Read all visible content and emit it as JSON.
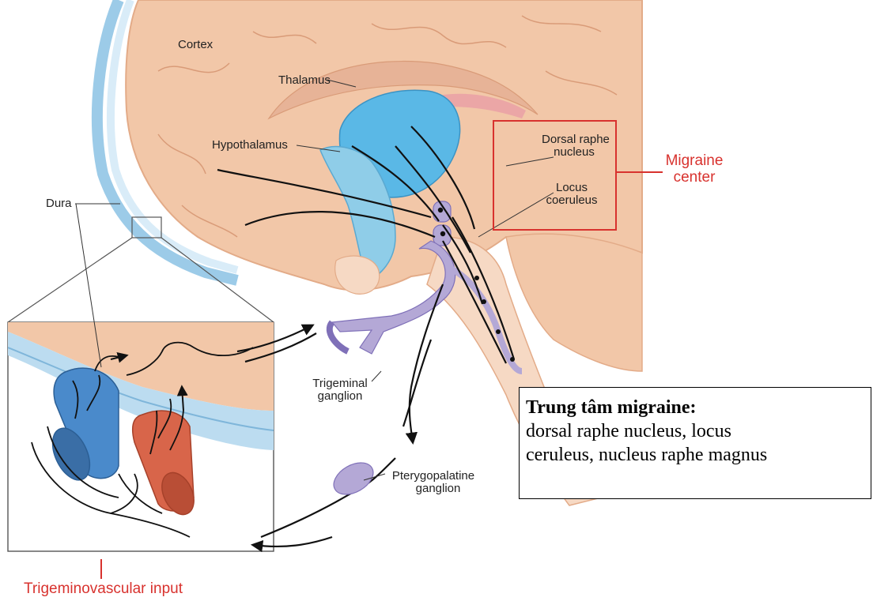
{
  "labels": {
    "cortex": "Cortex",
    "thalamus": "Thalamus",
    "hypothalamus": "Hypothalamus",
    "dorsal_raphe_line1": "Dorsal raphe",
    "dorsal_raphe_line2": "nucleus",
    "locus_line1": "Locus",
    "locus_line2": "coeruleus",
    "dura": "Dura",
    "trigeminal_line1": "Trigeminal",
    "trigeminal_line2": "ganglion",
    "pterygo_line1": "Pterygopalatine",
    "pterygo_line2": "ganglion"
  },
  "callouts": {
    "migraine_line1": "Migraine",
    "migraine_line2": "center",
    "trigeminovascular": "Trigeminovascular input"
  },
  "note": {
    "title": "Trung tâm migraine:",
    "line1": "dorsal raphe nucleus, locus",
    "line2": "ceruleus, nucleus raphe magnus"
  },
  "colors": {
    "brain_tissue": "#f2c7a8",
    "thalamus_blue": "#5ab8e6",
    "hypothalamus_blue": "#8fcde8",
    "nucleus_purple": "#b4a8d6",
    "artery_red": "#d8654a",
    "vein_blue": "#4a8acb",
    "dura_blue": "#bcdcf0",
    "highlight_red": "#d8322e"
  }
}
